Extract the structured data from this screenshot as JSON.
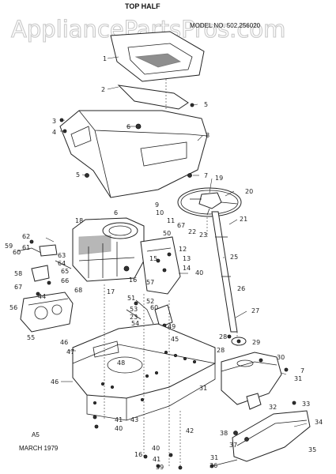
{
  "watermark": "AppliancePartsPros.com",
  "header": {
    "title": "TOP HALF",
    "model": "MODEL NO. 502.256020"
  },
  "footer": {
    "code": "A5",
    "date": "MARCH 1979"
  },
  "callouts": {
    "c1": "1",
    "c2": "2",
    "c3": "3",
    "c4": "4",
    "c5a": "5",
    "c5b": "5",
    "c6a": "6",
    "c6b": "6",
    "c7a": "7",
    "c7b": "7",
    "c8": "8",
    "c9": "9",
    "c10": "10",
    "c11": "11",
    "c12": "12",
    "c13": "13",
    "c14": "14",
    "c15": "15",
    "c16a": "16",
    "c16b": "16",
    "c17": "17",
    "c18": "18",
    "c19": "19",
    "c20": "20",
    "c21": "21",
    "c22": "22",
    "c23a": "23",
    "c23b": "23",
    "c25": "25",
    "c26": "26",
    "c27": "27",
    "c28a": "28",
    "c28b": "28",
    "c29": "29",
    "c30": "30",
    "c31a": "31",
    "c31b": "31",
    "c31c": "31",
    "c32": "32",
    "c33": "33",
    "c34": "34",
    "c35": "35",
    "c36": "36",
    "c37": "37",
    "c38": "38",
    "c39": "39",
    "c40a": "40",
    "c40b": "40",
    "c40c": "40",
    "c41a": "41",
    "c41b": "41",
    "c42": "42",
    "c43": "43",
    "c44": "44",
    "c45": "45",
    "c46a": "46",
    "c46b": "46",
    "c47": "47",
    "c48": "48",
    "c49": "49",
    "c50": "50",
    "c51": "51",
    "c52": "52",
    "c53": "53",
    "c54": "54",
    "c55": "55",
    "c56": "56",
    "c57": "57",
    "c58": "58",
    "c59": "59",
    "c60a": "60",
    "c60b": "60",
    "c61": "61",
    "c62": "62",
    "c63": "63",
    "c64": "64",
    "c65": "65",
    "c66": "66",
    "c67a": "67",
    "c67b": "67",
    "c68": "68"
  }
}
